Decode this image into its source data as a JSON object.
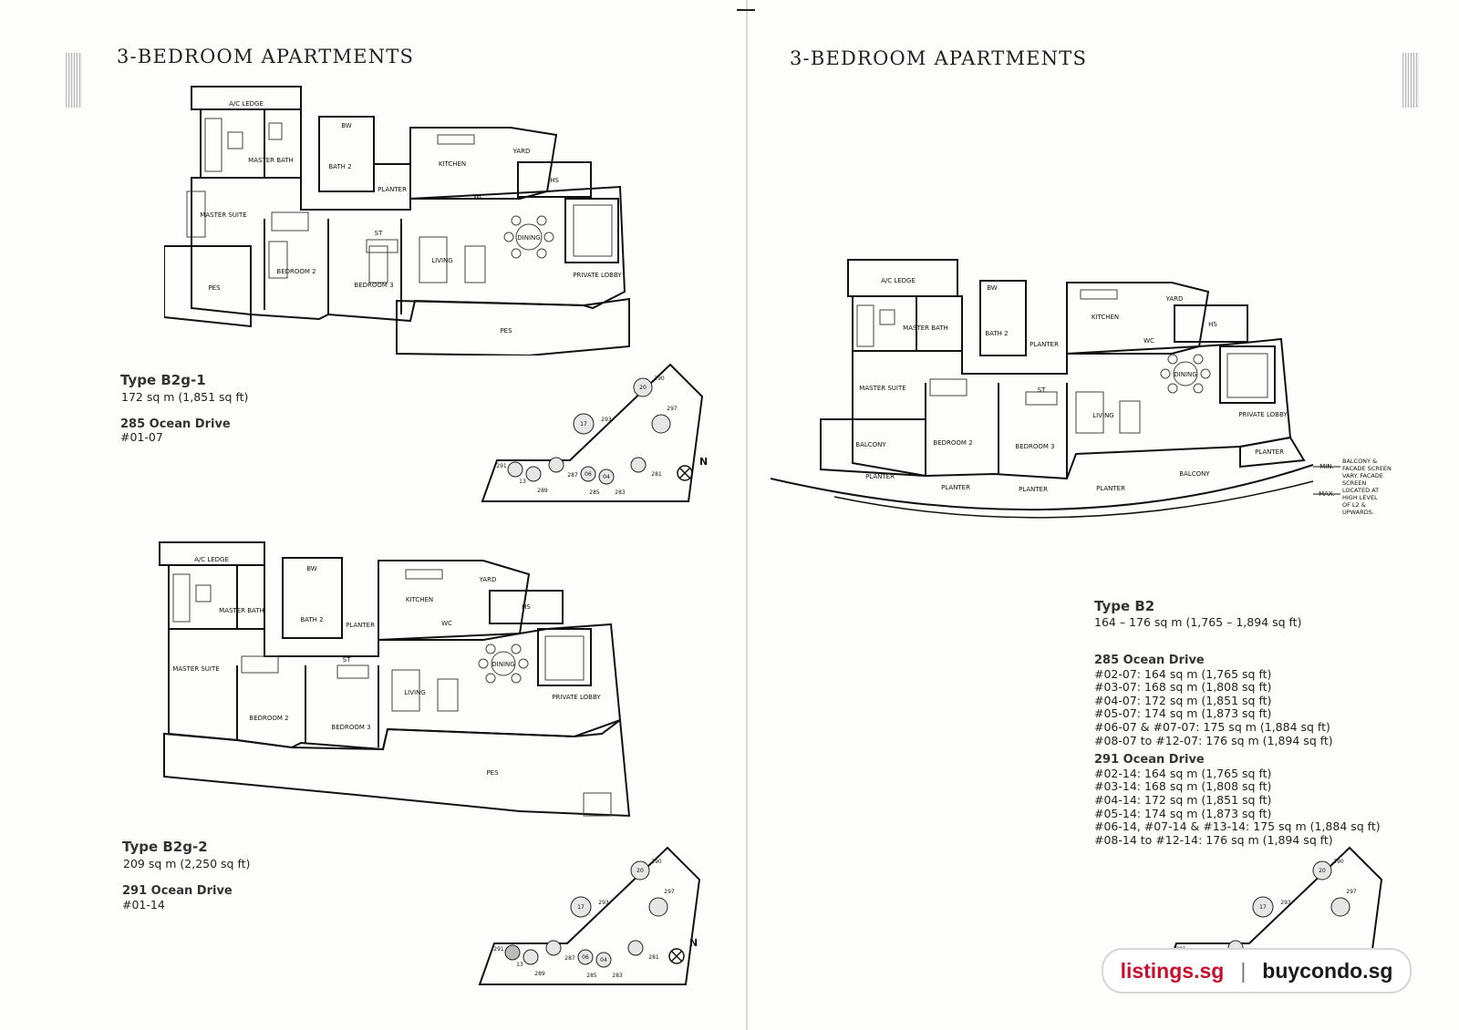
{
  "left_page": {
    "heading": "3-BEDROOM APARTMENTS",
    "plan1": {
      "type": "Type B2g-1",
      "area": "172 sq m (1,851 sq ft)",
      "block": "285 Ocean Drive",
      "units": "#01-07",
      "labels": {
        "ac": "A/C LEDGE",
        "mbath": "MASTER BATH",
        "bw": "BW",
        "bath2": "BATH 2",
        "kitchen": "KITCHEN",
        "yard": "YARD",
        "hs": "HS",
        "planter": "PLANTER",
        "wc": "WC",
        "msuite": "MASTER SUITE",
        "st": "ST",
        "dining": "DINING",
        "living": "LIVING",
        "bed2": "BEDROOM 2",
        "bed3": "BEDROOM 3",
        "lobby": "PRIVATE LOBBY",
        "pes1": "PES",
        "pes2": "PES"
      }
    },
    "plan2": {
      "type": "Type B2g-2",
      "area": "209 sq m (2,250 sq ft)",
      "block": "291 Ocean Drive",
      "units": "#01-14",
      "labels": {
        "ac": "A/C LEDGE",
        "mbath": "MASTER BATH",
        "bw": "BW",
        "bath2": "BATH 2",
        "kitchen": "KITCHEN",
        "yard": "YARD",
        "hs": "HS",
        "planter": "PLANTER",
        "wc": "WC",
        "msuite": "MASTER SUITE",
        "st": "ST",
        "dining": "DINING",
        "living": "LIVING",
        "bed2": "BEDROOM 2",
        "bed3": "BEDROOM 3",
        "lobby": "PRIVATE LOBBY",
        "pes": "PES"
      }
    },
    "site1": {
      "north": "N",
      "numbers": [
        "20",
        "290",
        "17",
        "293",
        "297",
        "291",
        "13",
        "289",
        "285",
        "06",
        "04",
        "283",
        "281",
        "287"
      ]
    },
    "site2": {
      "north": "N",
      "numbers": [
        "20",
        "290",
        "17",
        "293",
        "297",
        "291",
        "13",
        "289",
        "285",
        "06",
        "04",
        "283",
        "281",
        "287"
      ]
    }
  },
  "right_page": {
    "heading": "3-BEDROOM APARTMENTS",
    "plan": {
      "labels": {
        "ac": "A/C LEDGE",
        "mbath": "MASTER BATH",
        "bw": "BW",
        "bath2": "BATH 2",
        "kitchen": "KITCHEN",
        "yard": "YARD",
        "hs": "HS",
        "planter": "PLANTER",
        "wc": "WC",
        "msuite": "MASTER SUITE",
        "st": "ST",
        "dining": "DINING",
        "living": "LIVING",
        "bed2": "BEDROOM 2",
        "bed3": "BEDROOM 3",
        "lobby": "PRIVATE LOBBY",
        "balcony1": "BALCONY",
        "balcony2": "BALCONY",
        "min": "MIN.",
        "max": "MAX.",
        "note": [
          "BALCONY &",
          "FACADE SCREEN",
          "VARY. FACADE",
          "SCREEN",
          "LOCATED AT",
          "HIGH LEVEL",
          "OF L2 &",
          "UPWARDS."
        ]
      }
    },
    "type": "Type B2",
    "area": "164 – 176 sq m (1,765 – 1,894 sq ft)",
    "blocks": [
      {
        "name": "285 Ocean Drive",
        "rows": [
          "#02-07: 164 sq m (1,765 sq ft)",
          "#03-07: 168 sq m (1,808 sq ft)",
          "#04-07: 172 sq m (1,851 sq ft)",
          "#05-07: 174 sq m (1,873 sq ft)",
          "#06-07 & #07-07: 175 sq m (1,884 sq ft)",
          "#08-07 to #12-07: 176 sq m (1,894 sq ft)"
        ]
      },
      {
        "name": "291 Ocean Drive",
        "rows": [
          "#02-14: 164 sq m (1,765 sq ft)",
          "#03-14: 168 sq m (1,808 sq ft)",
          "#04-14: 172 sq m (1,851 sq ft)",
          "#05-14: 174 sq m (1,873 sq ft)",
          "#06-14, #07-14 & #13-14: 175 sq m (1,884 sq ft)",
          "#08-14 to #12-14: 176 sq m (1,894 sq ft)"
        ]
      }
    ],
    "site": {
      "numbers": [
        "20",
        "290",
        "17",
        "293",
        "297",
        "291"
      ]
    }
  },
  "watermark": {
    "left": "listings.sg",
    "sep": "|",
    "right": "buycondo.sg"
  }
}
